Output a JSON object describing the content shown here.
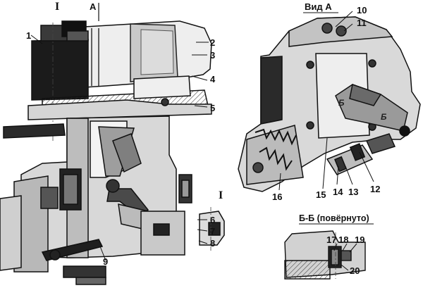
{
  "labels": {
    "section_mark_I": "I",
    "view_mark_A": "A",
    "view_title": "Вид А",
    "section_title": "Б-Б (повёрнуто)",
    "cut_mark_1": "Б",
    "cut_mark_2": "Б"
  },
  "callouts": [
    "1",
    "2",
    "3",
    "4",
    "5",
    "6",
    "7",
    "8",
    "9",
    "10",
    "11",
    "12",
    "13",
    "14",
    "15",
    "16",
    "17",
    "18",
    "19",
    "20"
  ]
}
